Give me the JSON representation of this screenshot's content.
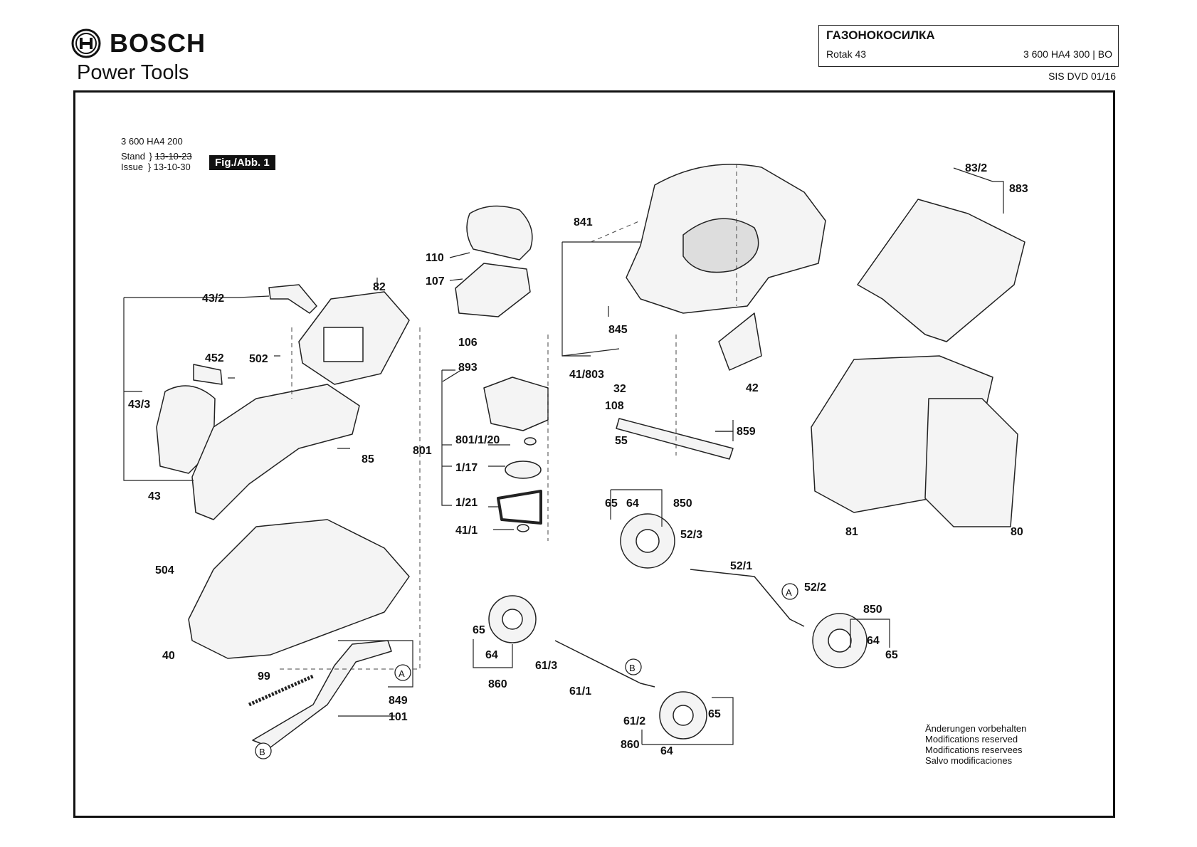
{
  "header": {
    "brand": "BOSCH",
    "tagline": "Power Tools",
    "title": "ГАЗОНОКОСИЛКА",
    "model": "Rotak 43",
    "part_number": "3 600 HA4 300 | BO",
    "sis": "SIS DVD 01/16"
  },
  "drawing_meta": {
    "code": "3 600 HA4 200",
    "stand_label": "Stand",
    "stand_value": "13-10-23",
    "issue_label": "Issue",
    "issue_value": "13-10-30",
    "figure": "Fig./Abb. 1"
  },
  "notes": [
    "Änderungen vorbehalten",
    "Modifications reserved",
    "Modifications reservees",
    "Salvo modificaciones"
  ],
  "callouts": [
    {
      "id": "c-841",
      "text": "841"
    },
    {
      "id": "c-110",
      "text": "110"
    },
    {
      "id": "c-107",
      "text": "107"
    },
    {
      "id": "c-82",
      "text": "82"
    },
    {
      "id": "c-43-2",
      "text": "43/2"
    },
    {
      "id": "c-452",
      "text": "452"
    },
    {
      "id": "c-502",
      "text": "502"
    },
    {
      "id": "c-43-3",
      "text": "43/3"
    },
    {
      "id": "c-85",
      "text": "85"
    },
    {
      "id": "c-43",
      "text": "43"
    },
    {
      "id": "c-106",
      "text": "106"
    },
    {
      "id": "c-893",
      "text": "893"
    },
    {
      "id": "c-801",
      "text": "801"
    },
    {
      "id": "c-801-1-20",
      "text": "801/1/20"
    },
    {
      "id": "c-1-17",
      "text": "1/17"
    },
    {
      "id": "c-1-21",
      "text": "1/21"
    },
    {
      "id": "c-41-1",
      "text": "41/1"
    },
    {
      "id": "c-504",
      "text": "504"
    },
    {
      "id": "c-40",
      "text": "40"
    },
    {
      "id": "c-99",
      "text": "99"
    },
    {
      "id": "c-849",
      "text": "849"
    },
    {
      "id": "c-101",
      "text": "101"
    },
    {
      "id": "c-845",
      "text": "845"
    },
    {
      "id": "c-41-803",
      "text": "41/803"
    },
    {
      "id": "c-32",
      "text": "32"
    },
    {
      "id": "c-108",
      "text": "108"
    },
    {
      "id": "c-55",
      "text": "55"
    },
    {
      "id": "c-859",
      "text": "859"
    },
    {
      "id": "c-42",
      "text": "42"
    },
    {
      "id": "c-83-2",
      "text": "83/2"
    },
    {
      "id": "c-883",
      "text": "883"
    },
    {
      "id": "c-81",
      "text": "81"
    },
    {
      "id": "c-80",
      "text": "80"
    },
    {
      "id": "c-65-a",
      "text": "65"
    },
    {
      "id": "c-64-a",
      "text": "64"
    },
    {
      "id": "c-850-a",
      "text": "850"
    },
    {
      "id": "c-52-3",
      "text": "52/3"
    },
    {
      "id": "c-52-1",
      "text": "52/1"
    },
    {
      "id": "c-52-2",
      "text": "52/2"
    },
    {
      "id": "c-850-b",
      "text": "850"
    },
    {
      "id": "c-64-b",
      "text": "64"
    },
    {
      "id": "c-65-b",
      "text": "65"
    },
    {
      "id": "c-65-c",
      "text": "65"
    },
    {
      "id": "c-64-c",
      "text": "64"
    },
    {
      "id": "c-860-a",
      "text": "860"
    },
    {
      "id": "c-61-3",
      "text": "61/3"
    },
    {
      "id": "c-61-1",
      "text": "61/1"
    },
    {
      "id": "c-61-2",
      "text": "61/2"
    },
    {
      "id": "c-860-b",
      "text": "860"
    },
    {
      "id": "c-64-d",
      "text": "64"
    },
    {
      "id": "c-65-d",
      "text": "65"
    }
  ],
  "markers": [
    {
      "id": "m-a1",
      "text": "A"
    },
    {
      "id": "m-b1",
      "text": "B"
    },
    {
      "id": "m-a2",
      "text": "A"
    },
    {
      "id": "m-b2",
      "text": "B"
    }
  ]
}
